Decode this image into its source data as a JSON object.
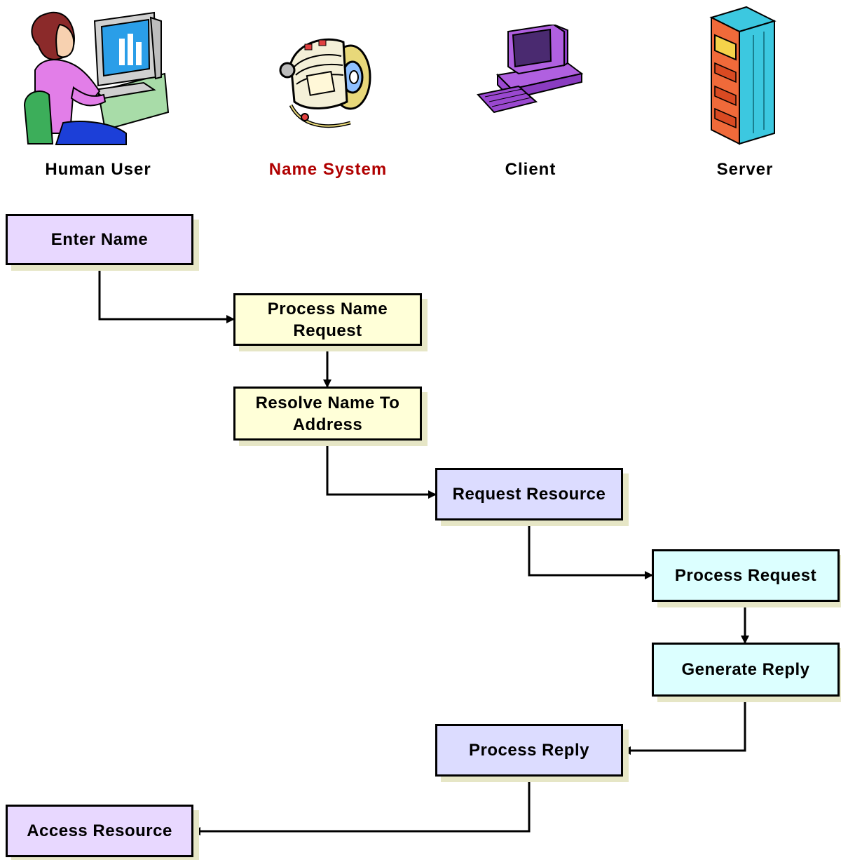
{
  "actors": {
    "human_user": "Human User",
    "name_system": "Name System",
    "client": "Client",
    "server": "Server"
  },
  "steps": {
    "enter_name": "Enter Name",
    "process_name_request": "Process Name Request",
    "resolve_name_to_address": "Resolve Name To Address",
    "request_resource": "Request Resource",
    "process_request": "Process Request",
    "generate_reply": "Generate Reply",
    "process_reply": "Process Reply",
    "access_resource": "Access Resource"
  },
  "colors": {
    "name_system_label": "#b00000",
    "human_box": "#e8d8ff",
    "name_system_box": "#ffffd8",
    "client_box": "#dcdcff",
    "server_box": "#dcffff"
  },
  "icons": {
    "human_user": "woman-at-computer-icon",
    "name_system": "rolodex-icon",
    "client": "desktop-computer-icon",
    "server": "server-tower-icon"
  }
}
